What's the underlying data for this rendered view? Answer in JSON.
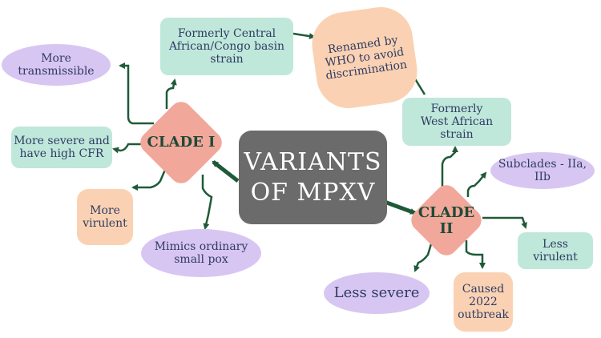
{
  "center": {
    "label": "VARIANTS\nOF MPXV"
  },
  "clade1": {
    "label": "CLADE I",
    "formerly": "Formerly Central\nAfrican/Congo basin\nstrain",
    "more_transmissible": "More\ntransmissible",
    "more_severe": "More severe and\nhave high CFR",
    "more_virulent": "More\nvirulent",
    "mimics": "Mimics ordinary\nsmall pox"
  },
  "renamed": "Renamed by\nWHO to avoid\ndiscrimination",
  "clade2": {
    "label": "CLADE\nII",
    "formerly": "Formerly\nWest African\nstrain",
    "subclades": "Subclades - IIa,\nIIb",
    "less_virulent": "Less\nvirulent",
    "caused": "Caused\n2022\noutbreak",
    "less_severe": "Less severe"
  },
  "colors": {
    "teal": "#bfe8da",
    "lavender": "#d8c6f2",
    "peach": "#fad2b3",
    "clade": "#f2a79b",
    "center": "#6b6b6b",
    "connector": "#1f5a38"
  }
}
